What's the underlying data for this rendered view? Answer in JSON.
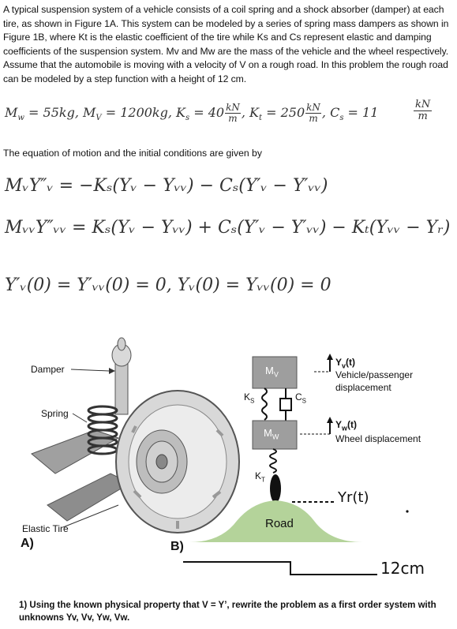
{
  "intro_text": "A typical suspension system of a vehicle consists of a coil spring and a shock absorber (damper) at each tire, as shown in Figure 1A. This system can be modeled by a series of spring mass dampers as shown in Figure 1B, where Kt is the elastic coefficient of the tire while Ks and Cs represent elastic and damping coefficients of the suspension system. Mv and Mw are the mass of the vehicle and the wheel respectively. Assume that the automobile is moving with a velocity of V on a rough road. In this problem the rough road can be modeled by a step function with a height of 12 cm.",
  "parameters": {
    "mw": "M",
    "mw_sub": "w",
    "mw_val": " = 55kg, ",
    "mv": "M",
    "mv_sub": "V",
    "mv_val": " = 1200kg, ",
    "ks": "K",
    "ks_sub": "s",
    "ks_val": " = 40",
    "kt": "K",
    "kt_sub": "t",
    "kt_val": " = 250",
    "cs": "C",
    "cs_sub": "s",
    "cs_val": " = 11",
    "unit_num": "kN",
    "unit_den": "m"
  },
  "equation_intro": "The equation of motion and the initial conditions are given by",
  "equations": {
    "eq1": "MᵥY″ᵥ = −Kₛ(Yᵥ − Yᵥᵥ) − Cₛ(Y′ᵥ − Y′ᵥᵥ)",
    "eq1_display": "M",
    "eq2": "MᵥᵥY″ᵥᵥ = Kₛ(Yᵥ − Yᵥᵥ) + Cₛ(Y′ᵥ − Y′ᵥᵥ) − Kₜ(Yᵥᵥ − Yᵣ)",
    "eq3": "Y′ᵥ(0) = Y′ᵥᵥ(0) = 0, Yᵥ(0) = Yᵥᵥ(0) = 0"
  },
  "figure_a": {
    "damper_label": "Damper",
    "spring_label": "Spring",
    "tire_label": "Elastic Tire",
    "panel_label": "A)"
  },
  "figure_b": {
    "panel_label": "B)",
    "mv_label": "M",
    "mv_sub": "V",
    "mw_label": "M",
    "mw_sub": "W",
    "ks_label": "K",
    "ks_sub": "S",
    "cs_label": "C",
    "cs_sub": "S",
    "kt_label": "K",
    "kt_sub": "T",
    "yv_label": "Y",
    "yv_sub": "v",
    "yv_suffix": "(t)",
    "yv_desc_1": "Vehicle/passenger",
    "yv_desc_2": "displacement",
    "yw_label": "Y",
    "yw_sub": "w",
    "yw_suffix": "(t)",
    "yw_desc": "Wheel displacement",
    "yr_label": "Yr(t)",
    "road_label": "Road",
    "step_label": "12cm"
  },
  "question": "1)  Using the known physical property that V = Y’, rewrite the problem as a first order system with unknowns Yv, Vv, Yw, Vw.",
  "colors": {
    "road_green": "#b4d39a",
    "mass_gray": "#9e9e9e",
    "text_dark": "#111111"
  }
}
